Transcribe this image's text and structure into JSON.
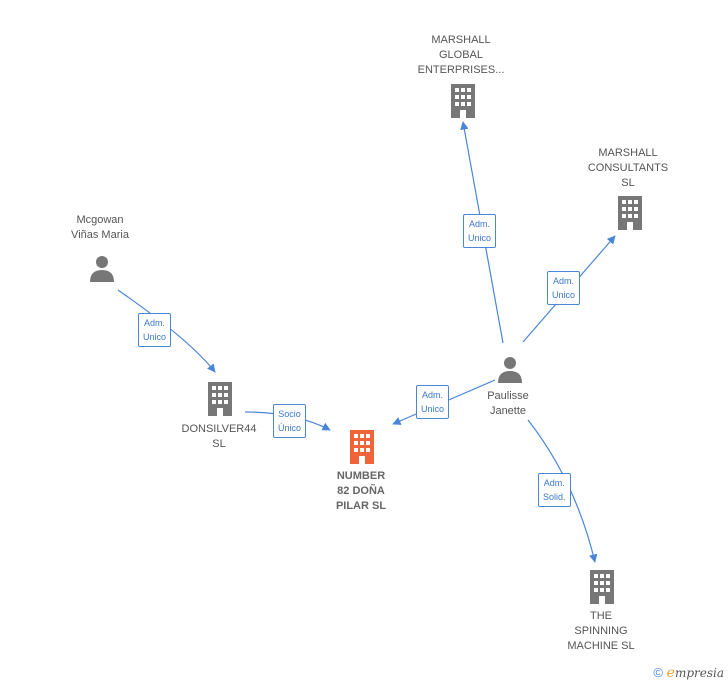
{
  "nodes": {
    "marshall_global": {
      "label": "MARSHALL\nGLOBAL\nENTERPRISES...",
      "kind": "company"
    },
    "marshall_consultants": {
      "label": "MARSHALL\nCONSULTANTS\nSL",
      "kind": "company"
    },
    "mcgowan": {
      "label": "Mcgowan\nViñas Maria",
      "kind": "person"
    },
    "donsilver": {
      "label": "DONSILVER44\nSL",
      "kind": "company"
    },
    "number82": {
      "label": "NUMBER\n82 DOÑA\nPILAR SL",
      "kind": "focal-company"
    },
    "paulisse": {
      "label": "Paulisse\nJanette",
      "kind": "person"
    },
    "spinning": {
      "label": "THE\nSPINNING\nMACHINE SL",
      "kind": "company"
    }
  },
  "edges": {
    "paulisse_marshall_global": {
      "label": "Adm.\nUnico"
    },
    "paulisse_marshall_consultants": {
      "label": "Adm.\nUnico"
    },
    "mcgowan_donsilver": {
      "label": "Adm.\nUnico"
    },
    "donsilver_number82": {
      "label": "Socio\nÚnico"
    },
    "paulisse_number82": {
      "label": "Adm.\nUnico"
    },
    "paulisse_spinning": {
      "label": "Adm.\nSolid."
    }
  },
  "footer": {
    "copyright": "©",
    "brand_initial": "e",
    "brand_rest": "mpresia"
  },
  "colors": {
    "edge": "#4a86d8",
    "building": "#777777",
    "focal": "#f0643a",
    "person": "#777777"
  }
}
